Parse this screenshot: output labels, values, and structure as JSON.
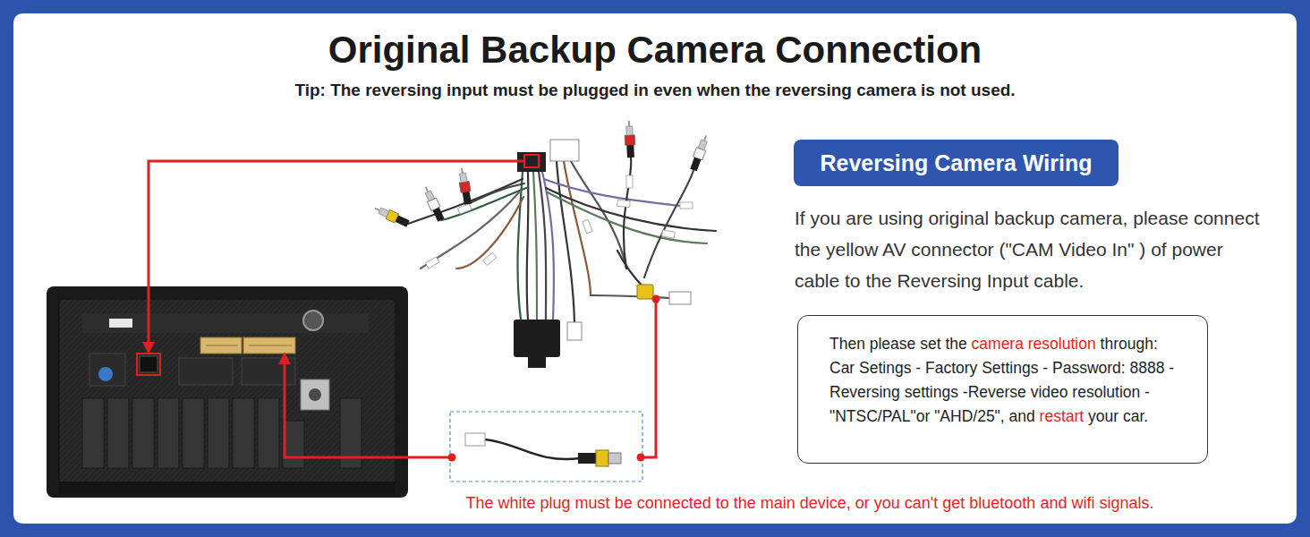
{
  "diagram": {
    "title": "Original Backup Camera Connection",
    "nodes": [
      {
        "text": [
          "Reversing Camera Wiring"
        ]
      },
      {
        "text": [
          "Then please set the camera resolution through: Car Setings - Factory Settings - Password: 8888 -Reversing settings -Reverse video resolution - \"NTSC/PAL\"or \"AHD/25\", and restart your car."
        ]
      }
    ],
    "labels": [
      "Tip: The reversing input must be plugged in even when the reversing camera is not used.",
      "If you are using original backup camera, please connect the yellow AV connector (\"CAM Video In\" ) of power cable to the Reversing Input cable.",
      "The white plug must be connected to the main device, or you can't get bluetooth and wifi signals."
    ]
  }
}
